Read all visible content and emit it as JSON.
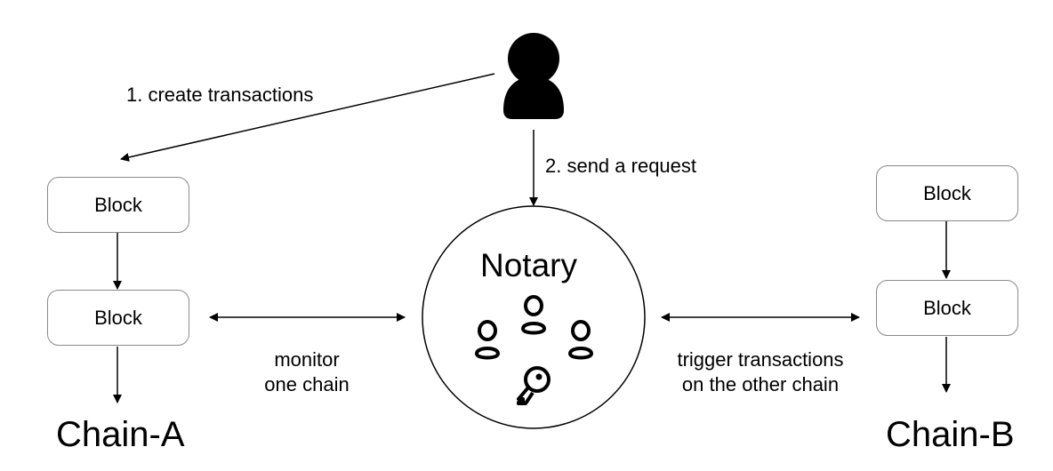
{
  "labels": {
    "create_transactions": "1. create transactions",
    "send_request": "2. send a request",
    "monitor_line1": "monitor",
    "monitor_line2": "one chain",
    "trigger_line1": "trigger transactions",
    "trigger_line2": "on the other chain"
  },
  "notary": {
    "title": "Notary"
  },
  "chain_a": {
    "title": "Chain-A",
    "blocks": [
      "Block",
      "Block"
    ]
  },
  "chain_b": {
    "title": "Chain-B",
    "blocks": [
      "Block",
      "Block"
    ]
  },
  "icons": {
    "user": "user-icon",
    "member": "person-outline-icon",
    "key": "key-icon"
  },
  "colors": {
    "block_border": "#8a8a8a",
    "line": "#000000"
  }
}
